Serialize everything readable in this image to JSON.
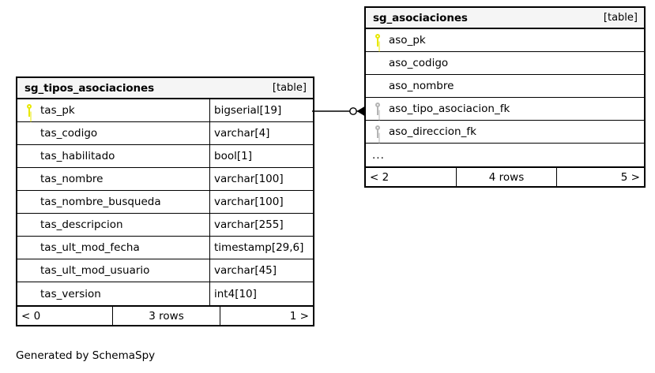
{
  "diagram": {
    "caption": "Generated by SchemaSpy",
    "colors": {
      "primary_key": "#e8e800",
      "foreign_key": "#b4b4b4",
      "header_background": "#f5f5f5",
      "border": "#000000",
      "background": "#ffffff"
    },
    "relationship": {
      "from_table": "sg_tipos_asociaciones",
      "from_column": "tas_pk",
      "to_table": "sg_asociaciones",
      "to_column": "aso_tipo_asociacion_fk",
      "source_notation": "zero-or-one",
      "target_notation": "many"
    }
  },
  "tables": [
    {
      "id": "left",
      "name": "sg_tipos_asociaciones",
      "kind": "[table]",
      "columns": [
        {
          "name": "tas_pk",
          "type": "bigserial[19]",
          "key": "pk"
        },
        {
          "name": "tas_codigo",
          "type": "varchar[4]",
          "key": "none"
        },
        {
          "name": "tas_habilitado",
          "type": "bool[1]",
          "key": "none"
        },
        {
          "name": "tas_nombre",
          "type": "varchar[100]",
          "key": "none"
        },
        {
          "name": "tas_nombre_busqueda",
          "type": "varchar[100]",
          "key": "none"
        },
        {
          "name": "tas_descripcion",
          "type": "varchar[255]",
          "key": "none"
        },
        {
          "name": "tas_ult_mod_fecha",
          "type": "timestamp[29,6]",
          "key": "none"
        },
        {
          "name": "tas_ult_mod_usuario",
          "type": "varchar[45]",
          "key": "none"
        },
        {
          "name": "tas_version",
          "type": "int4[10]",
          "key": "none"
        }
      ],
      "footer": {
        "left": "< 0",
        "middle": "3 rows",
        "right": "1 >"
      }
    },
    {
      "id": "right",
      "name": "sg_asociaciones",
      "kind": "[table]",
      "columns": [
        {
          "name": "aso_pk",
          "type": "",
          "key": "pk"
        },
        {
          "name": "aso_codigo",
          "type": "",
          "key": "none"
        },
        {
          "name": "aso_nombre",
          "type": "",
          "key": "none"
        },
        {
          "name": "aso_tipo_asociacion_fk",
          "type": "",
          "key": "fk"
        },
        {
          "name": "aso_direccion_fk",
          "type": "",
          "key": "fk"
        },
        {
          "name": "...",
          "type": "",
          "key": "none"
        }
      ],
      "footer": {
        "left": "< 2",
        "middle": "4 rows",
        "right": "5 >"
      }
    }
  ]
}
